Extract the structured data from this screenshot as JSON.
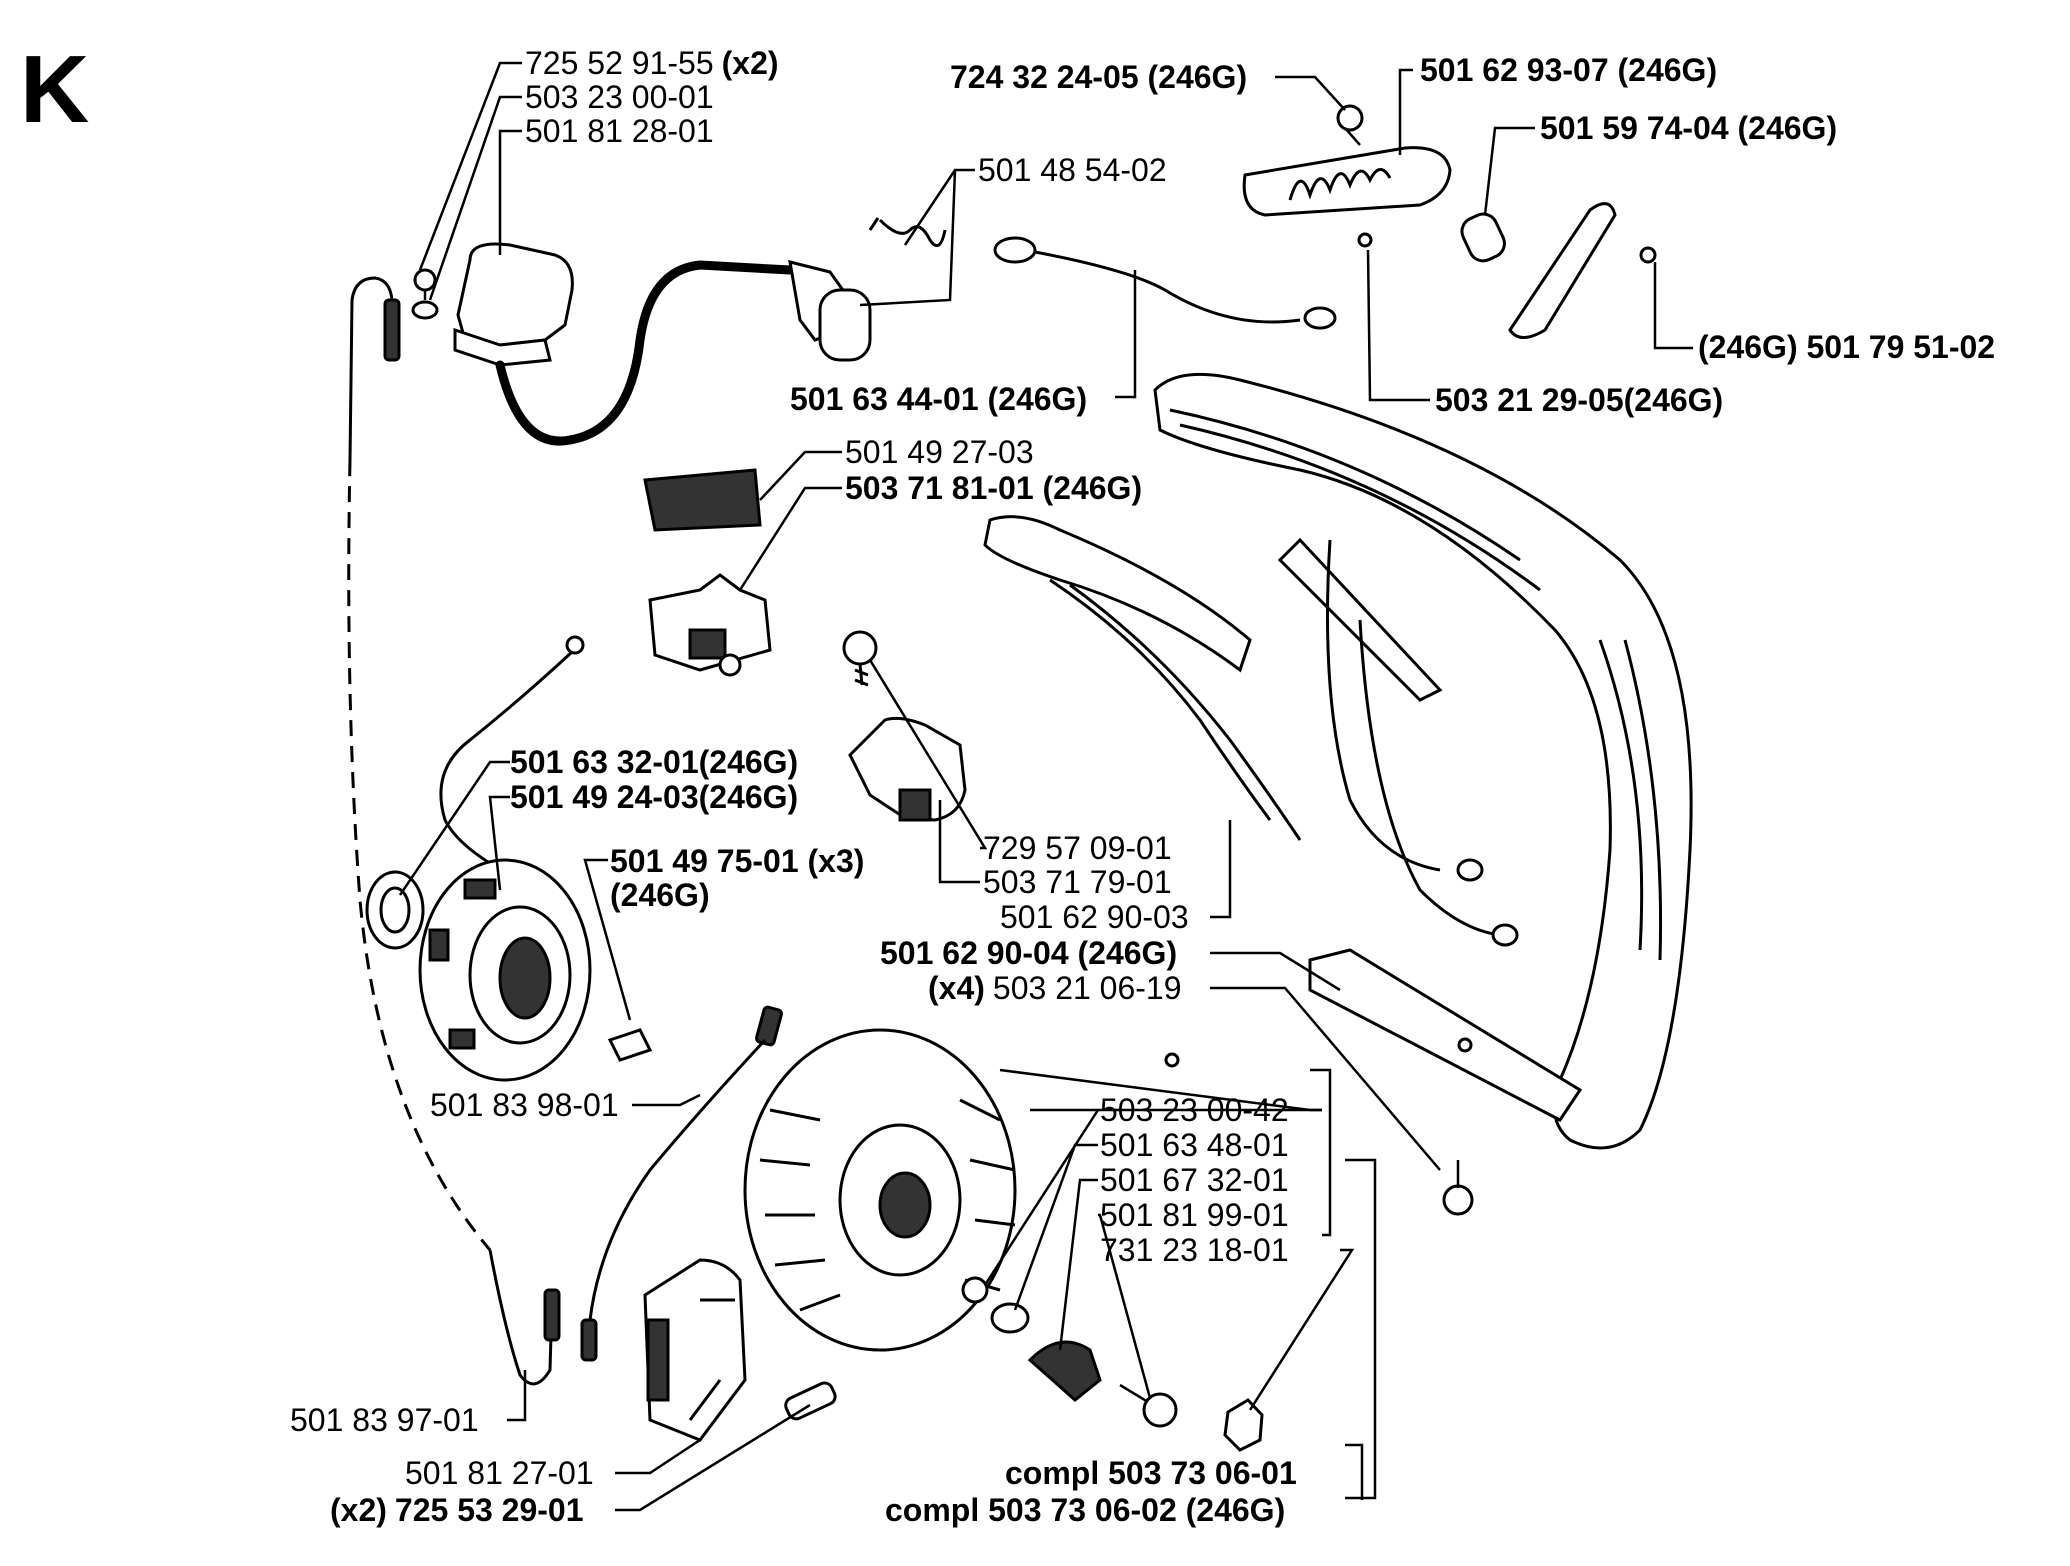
{
  "section": "K",
  "labels": {
    "l725529155": "725 52 91-55",
    "l725529155q": "(x2)",
    "l503230001": "503 23 00-01",
    "l501812801": "501 81 28-01",
    "l501485402": "501 48 54-02",
    "l501634401": "501 63 44-01 (246G)",
    "l724322405": "724 32 24-05 (246G)",
    "l501629307": "501 62 93-07 (246G)",
    "l501597404": "501 59 74-04 (246G)",
    "l501795102": "(246G) 501 79 51-02",
    "l503212905": "503 21 29-05(246G)",
    "l501492703": "501 49 27-03",
    "l503718101": "503 71 81-01 (246G)",
    "l501633201": "501 63 32-01(246G)",
    "l501492403": "501 49 24-03(246G)",
    "l501497501": "501 49 75-01 (x3)",
    "l501497501b": "(246G)",
    "l729570901": "729 57 09-01",
    "l503717901": "503 71 79-01",
    "l501629003": "501 62 90-03",
    "l501629004": "501 62 90-04 (246G)",
    "l503210619q": "(x4)",
    "l503210619": "503 21 06-19",
    "l501839801": "501 83 98-01",
    "l503230042": "503 23 00-42",
    "l501634801": "501 63 48-01",
    "l501673201": "501 67 32-01",
    "l501819901": "501 81 99-01",
    "l731231801": "731 23 18-01",
    "l501839701": "501 83 97-01",
    "l501812701": "501 81 27-01",
    "l725532901q": "(x2)",
    "l725532901": "725 53 29-01",
    "compl1": "compl 503 73 06-01",
    "compl2": "compl 503 73 06-02 (246G)"
  }
}
